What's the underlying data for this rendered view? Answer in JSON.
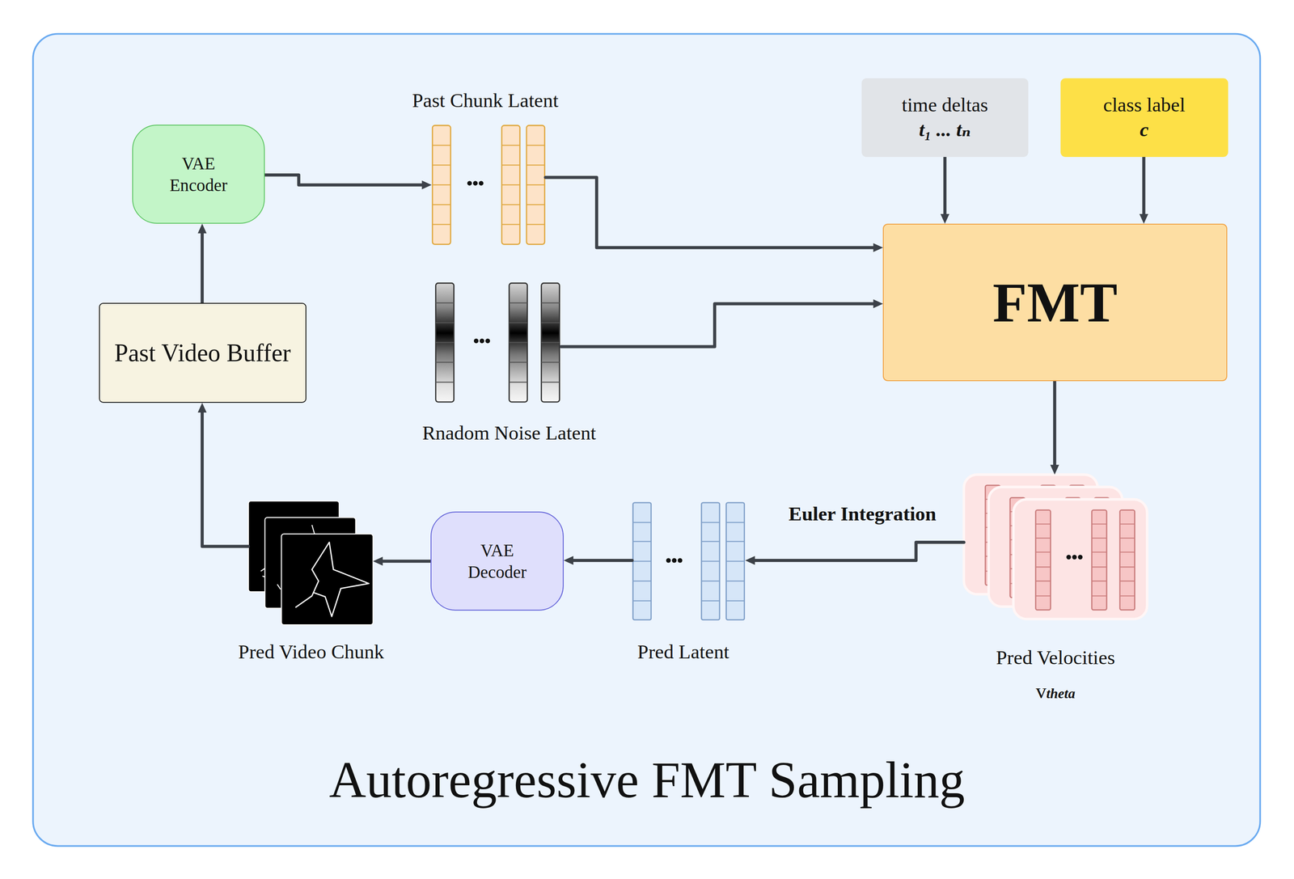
{
  "diagram": {
    "title": "Autoregressive FMT Sampling",
    "nodes": [
      {
        "text": [
          "Past Video Buffer"
        ]
      },
      {
        "text": [
          "VAE Encoder"
        ]
      },
      {
        "text": [
          "Past Chunk Latent"
        ]
      },
      {
        "text": [
          "Rnadom Noise Latent"
        ]
      },
      {
        "text": [
          "time deltas",
          "t₁ ... tₙ"
        ]
      },
      {
        "text": [
          "class label",
          "c"
        ]
      },
      {
        "text": [
          "FMT"
        ]
      },
      {
        "text": [
          "Pred Velocities",
          "vtheta"
        ]
      },
      {
        "text": [
          "Pred Latent"
        ]
      },
      {
        "text": [
          "VAE Decoder"
        ]
      },
      {
        "text": [
          "Pred Video Chunk"
        ]
      }
    ],
    "edges": [
      {
        "from": 0,
        "to": 1,
        "arrow": "to"
      },
      {
        "from": 1,
        "to": 2,
        "arrow": "to"
      },
      {
        "from": 2,
        "to": 6,
        "arrow": "to"
      },
      {
        "from": 3,
        "to": 6,
        "arrow": "to"
      },
      {
        "from": 4,
        "to": 6,
        "arrow": "to"
      },
      {
        "from": 5,
        "to": 6,
        "arrow": "to"
      },
      {
        "from": 6,
        "to": 7,
        "arrow": "to"
      },
      {
        "from": 7,
        "to": 8,
        "arrow": "to",
        "label": "Euler Integration"
      },
      {
        "from": 8,
        "to": 9,
        "arrow": "to"
      },
      {
        "from": 9,
        "to": 10,
        "arrow": "to"
      },
      {
        "from": 10,
        "to": 0,
        "arrow": "to"
      }
    ]
  }
}
